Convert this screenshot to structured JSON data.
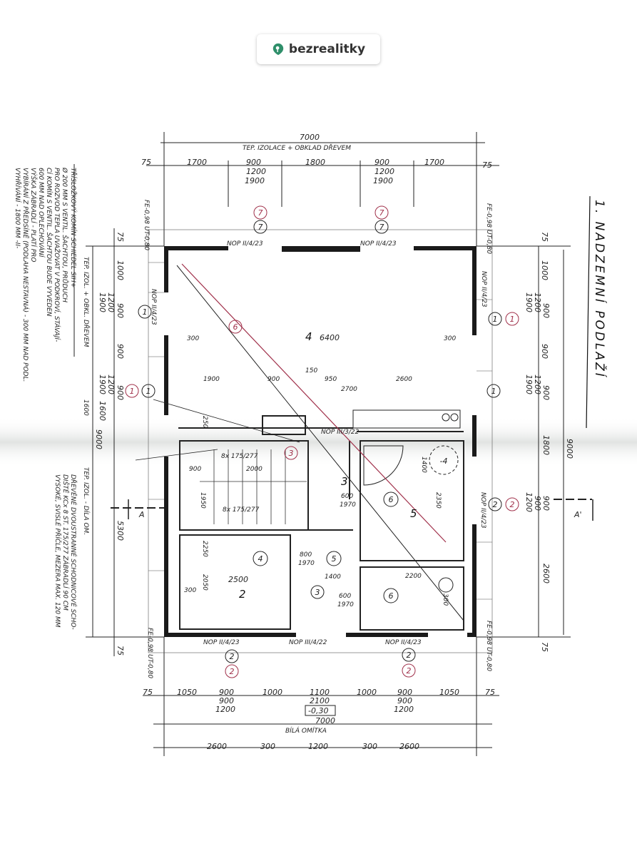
{
  "brand": {
    "name": "bezrealitky",
    "color": "#2f8f6a"
  },
  "title": "1. NADZEMNÍ PODLAŽÍ",
  "top_dims": {
    "overall": "7000",
    "note": "TEP. IZOLACE + OBKLAD DŘEVEM",
    "row": [
      "75",
      "1700",
      "900",
      "1200",
      "1900",
      "1800",
      "900",
      "1200",
      "1900",
      "1700",
      "75"
    ]
  },
  "bottom_dims": {
    "row": [
      "75",
      "1050",
      "900",
      "900",
      "1200",
      "1000",
      "1100",
      "2100",
      "1000",
      "900",
      "900",
      "1200",
      "1050",
      "75"
    ],
    "level": "-0,30",
    "overall": "7000",
    "note": "BÍLÁ OMÍTKA",
    "row2": [
      "2600",
      "300",
      "1200",
      "300",
      "2600"
    ]
  },
  "left_dims": [
    "75",
    "1000",
    "900",
    "1200",
    "1900",
    "900",
    "900",
    "1200",
    "1900",
    "1600",
    "5300",
    "9000",
    "75"
  ],
  "right_dims": [
    "75",
    "1000",
    "900",
    "1200",
    "1900",
    "900",
    "900",
    "1200",
    "1900",
    "1800",
    "900",
    "900",
    "1200",
    "2600",
    "75",
    "9000"
  ],
  "rooms": {
    "r4": "4",
    "r4_area": "6400",
    "r2": "2",
    "r3": "3",
    "r5": "5",
    "r2_dim": "2500",
    "hall_dims": [
      "600",
      "1970",
      "800",
      "1970",
      "600",
      "1970",
      "1400",
      "2200"
    ],
    "inner_dims": [
      "300",
      "300",
      "1900",
      "900",
      "950",
      "2600",
      "150",
      "2700",
      "900",
      "1950",
      "2000",
      "250",
      "2250",
      "2050",
      "300",
      "1400",
      "2350",
      "300"
    ]
  },
  "window_labels": [
    "NOP II/4/23",
    "NOP II/4/23",
    "NOP II/4/23",
    "NOP II/4/23",
    "NOP III/3/22",
    "NOP II/4/23",
    "NOP III/4/22",
    "NOP II/4/23",
    "NOP II/4/23"
  ],
  "stair_labels": [
    "8x 175/277",
    "8x 175/277"
  ],
  "callouts": [
    "7",
    "7",
    "7",
    "7",
    "1",
    "1",
    "1",
    "1",
    "1",
    "1",
    "2",
    "2",
    "2",
    "2",
    "2",
    "2",
    "6",
    "3",
    "3",
    "4",
    "5",
    "6",
    "6",
    "-4"
  ],
  "section_marks": [
    "A",
    "A'"
  ],
  "sill_labels": [
    "FE-0,98 UT-0,80",
    "FE-0,98 UT-0,80",
    "FE-0,98 UT-0,80",
    "FE-0,98 UT-0,80"
  ],
  "notes_left": [
    "TŘÍSLOŽKOVÝ KOMÍN SCHIEDEL SIH+",
    "Ø 200 MM S VENTIL. ŠACHTOU, PRŮDUCH",
    "PRO ROZVOD TEPLA UVAŽOVAT V PODKROVÍ, STÁVAJÍ-",
    "CÍ KOMÍN S VENTIL. ŠACHTOU BUDE VYVEDEN",
    "600 MM NAD OPLECHOVÁNÍ",
    "VÝŠKA ZÁBRADLÍ - PLATÍ PRO",
    "VYBÍRÁNÍ Z PŘEDSÍNĚ (PODLAHA NESTAVNÁ) - 300 MM NAD PODL.",
    "VYHŘÍVÁNÍ - 1800 MM -II-"
  ],
  "notes_side": [
    "TEP. IZOL. + OBKL. DŘEVEM",
    "1600",
    "TEP. IZOL. - DÍLA OM."
  ],
  "notes_stair": [
    "DŘEVĚNÉ DVOUSTRANNÉ SCHODNICOVÉ SCHO-",
    "DIŠTĚ KCx 8 ST. 175/277 ZÁBRADLÍ 90 CM",
    "VYSOKÉ, SVISLÉ PŘÍČLE, MEZERA MAX. 120 MM"
  ]
}
